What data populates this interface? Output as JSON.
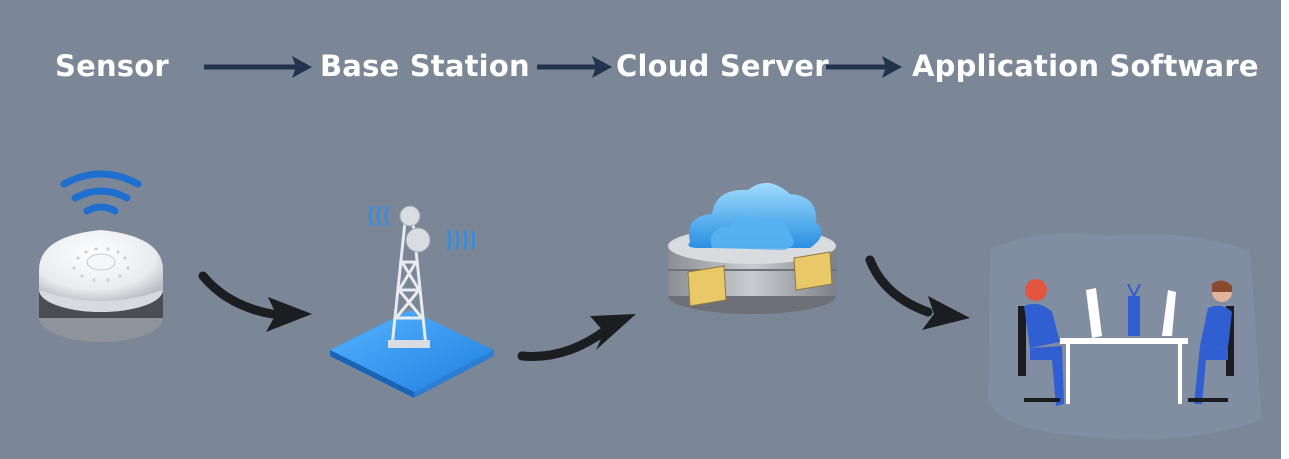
{
  "stages": [
    {
      "id": "sensor",
      "label": "Sensor"
    },
    {
      "id": "base-station",
      "label": "Base Station"
    },
    {
      "id": "cloud-server",
      "label": "Cloud Server"
    },
    {
      "id": "application-software",
      "label": "Application Software"
    }
  ],
  "icons": {
    "sensor": "smoke-sensor-icon",
    "wifi": "wifi-icon",
    "tower": "cell-tower-icon",
    "cloud": "cloud-server-icon",
    "office": "office-workers-icon"
  },
  "colors": {
    "background": "#7b8696",
    "label_text": "#ffffff",
    "header_arrow": "#22344d",
    "flow_arrow": "#1c1d20",
    "accent_blue": "#2f8fe6",
    "wifi_blue": "#1e6fd0"
  }
}
